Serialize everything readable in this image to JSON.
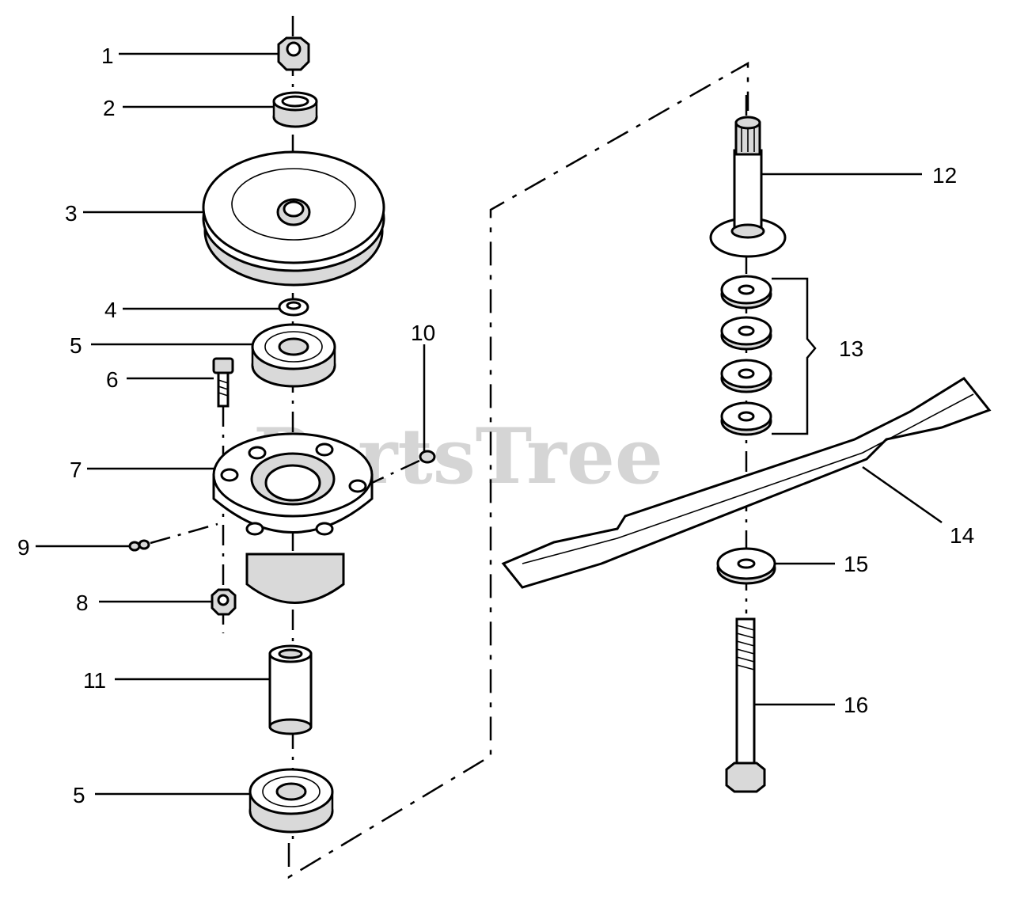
{
  "watermark": "PartsTree",
  "callouts": [
    {
      "id": "c1",
      "text": "1"
    },
    {
      "id": "c2",
      "text": "2"
    },
    {
      "id": "c3",
      "text": "3"
    },
    {
      "id": "c4",
      "text": "4"
    },
    {
      "id": "c5a",
      "text": "5"
    },
    {
      "id": "c6",
      "text": "6"
    },
    {
      "id": "c7",
      "text": "7"
    },
    {
      "id": "c9",
      "text": "9"
    },
    {
      "id": "c8",
      "text": "8"
    },
    {
      "id": "c10",
      "text": "10"
    },
    {
      "id": "c11",
      "text": "11"
    },
    {
      "id": "c5b",
      "text": "5"
    },
    {
      "id": "c12",
      "text": "12"
    },
    {
      "id": "c13",
      "text": "13"
    },
    {
      "id": "c14",
      "text": "14"
    },
    {
      "id": "c15",
      "text": "15"
    },
    {
      "id": "c16",
      "text": "16"
    }
  ]
}
